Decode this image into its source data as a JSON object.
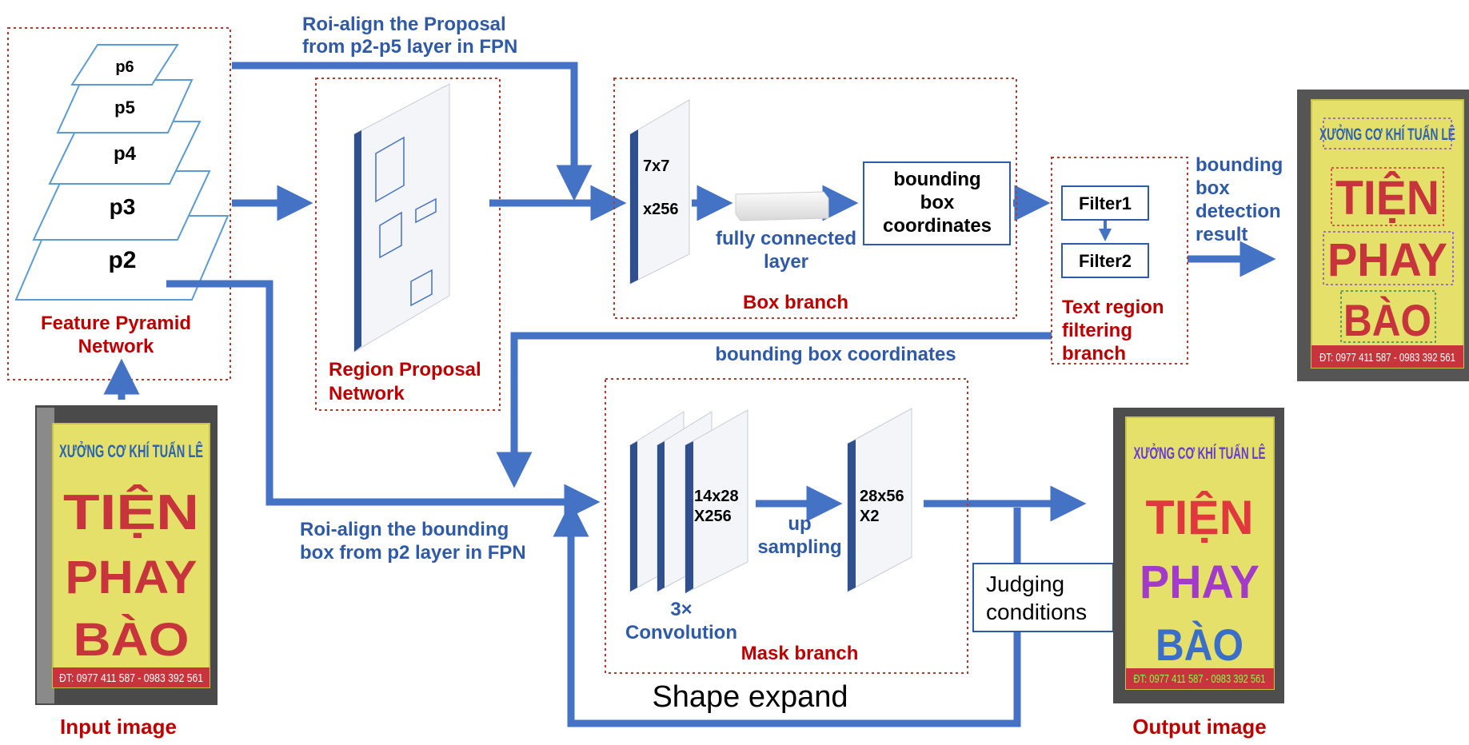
{
  "pyramid": {
    "levels": [
      "p6",
      "p5",
      "p4",
      "p3",
      "p2"
    ],
    "title_line1": "Feature Pyramid",
    "title_line2": "Network"
  },
  "rpn": {
    "title_line1": "Region Proposal",
    "title_line2": "Network"
  },
  "roi_top": {
    "line1": "Roi-align the Proposal",
    "line2": "from p2-p5 layer in FPN"
  },
  "roi_bottom": {
    "line1": "Roi-align the bounding",
    "line2": "box from p2 layer in FPN"
  },
  "box_branch": {
    "feature_line1": "7x7",
    "feature_line2": "x256",
    "fc_line1": "fully connected",
    "fc_line2": "layer",
    "bbox_line1": "bounding",
    "bbox_line2": "box",
    "bbox_line3": "coordinates",
    "title": "Box branch"
  },
  "filter_branch": {
    "filter1": "Filter1",
    "filter2": "Filter2",
    "title_line1": "Text region",
    "title_line2": "filtering",
    "title_line3": "branch"
  },
  "detection_result": {
    "line1": "bounding",
    "line2": "box",
    "line3": "detection",
    "line4": "result"
  },
  "bbox_coords_label": "bounding box coordinates",
  "mask_branch": {
    "conv_line1": "14x28",
    "conv_line2": "X256",
    "conv_caption_line1": "3×",
    "conv_caption_line2": "Convolution",
    "up_line1": "up",
    "up_line2": "sampling",
    "out_line1": "28x56",
    "out_line2": "X2",
    "title": "Mask branch"
  },
  "judging": {
    "line1": "Judging",
    "line2": "conditions"
  },
  "shape_expand": "Shape expand",
  "input_image": {
    "caption": "Input image",
    "sign_line1": "XƯỞNG CƠ KHÍ TUẤN LÊ",
    "sign_line2": "TIỆN",
    "sign_line3": "PHAY",
    "sign_line4": "BÀO",
    "sign_footer": "ĐT: 0977 411 587 - 0983 392 561"
  },
  "output_image": {
    "caption": "Output image"
  },
  "colors": {
    "blue_text": "#2e5aa8",
    "red_text": "#c00000",
    "arrow_blue": "#4472c4",
    "sign_yellow": "#e4e06a",
    "sign_red": "#c8343c",
    "sign_blue": "#2c64b4",
    "dark_panel": "#2f4f8f"
  }
}
